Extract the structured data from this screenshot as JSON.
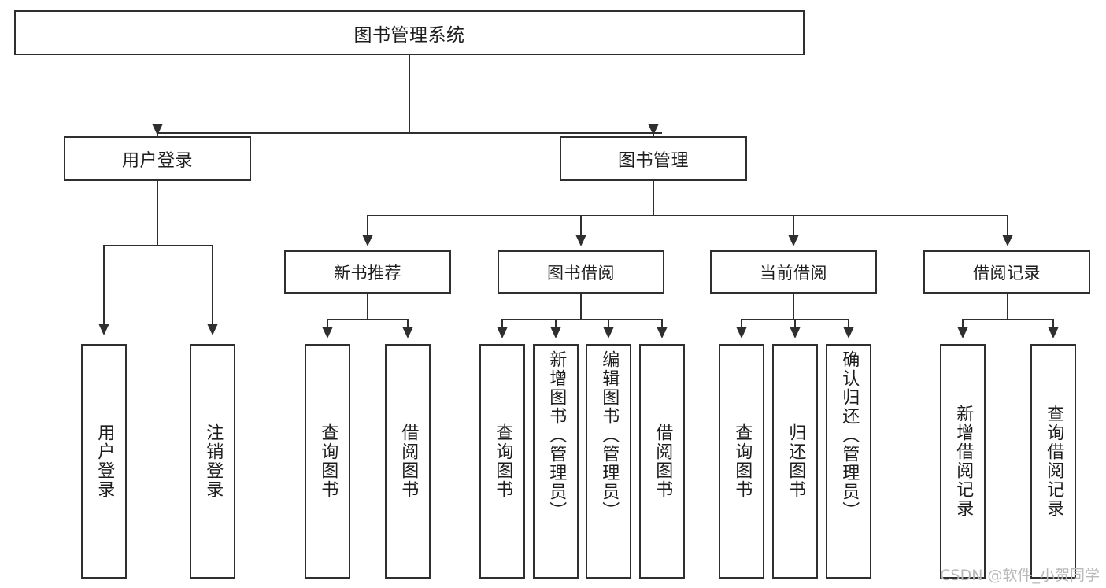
{
  "diagram": {
    "type": "tree-hierarchy",
    "title": "图书管理系统",
    "root": {
      "label": "图书管理系统"
    },
    "level1": [
      {
        "id": "user-login",
        "label": "用户登录"
      },
      {
        "id": "book-manage",
        "label": "图书管理"
      }
    ],
    "level2": [
      {
        "id": "new-book-recommend",
        "label": "新书推荐",
        "parent": "book-manage"
      },
      {
        "id": "book-borrow",
        "label": "图书借阅",
        "parent": "book-manage"
      },
      {
        "id": "current-borrow",
        "label": "当前借阅",
        "parent": "book-manage"
      },
      {
        "id": "borrow-record",
        "label": "借阅记录",
        "parent": "book-manage"
      }
    ],
    "leaves": [
      {
        "id": "leaf-user-login",
        "label": "用户登录",
        "parent": "user-login"
      },
      {
        "id": "leaf-logout-login",
        "label": "注销登录",
        "parent": "user-login"
      },
      {
        "id": "leaf-query-book-1",
        "label": "查询图书",
        "parent": "new-book-recommend"
      },
      {
        "id": "leaf-borrow-book-1",
        "label": "借阅图书",
        "parent": "new-book-recommend"
      },
      {
        "id": "leaf-query-book-2",
        "label": "查询图书",
        "parent": "book-borrow"
      },
      {
        "id": "leaf-add-book-admin",
        "label": "新增图书（管理员）",
        "parent": "book-borrow"
      },
      {
        "id": "leaf-edit-book-admin",
        "label": "编辑图书（管理员）",
        "parent": "book-borrow"
      },
      {
        "id": "leaf-borrow-book-2",
        "label": "借阅图书",
        "parent": "book-borrow"
      },
      {
        "id": "leaf-query-book-3",
        "label": "查询图书",
        "parent": "current-borrow"
      },
      {
        "id": "leaf-return-book",
        "label": "归还图书",
        "parent": "current-borrow"
      },
      {
        "id": "leaf-confirm-return",
        "label": "确认归还（管理员）",
        "parent": "current-borrow"
      },
      {
        "id": "leaf-add-borrow-record",
        "label": "新增借阅记录",
        "parent": "borrow-record"
      },
      {
        "id": "leaf-query-borrow-record",
        "label": "查询借阅记录",
        "parent": "borrow-record"
      }
    ]
  },
  "watermark": {
    "text": "CSDN @软件_小贺同学"
  },
  "colors": {
    "stroke": "#2f2f2f",
    "fill": "#ffffff",
    "text": "#1d1d1d",
    "watermark": "#b9b9b9"
  }
}
